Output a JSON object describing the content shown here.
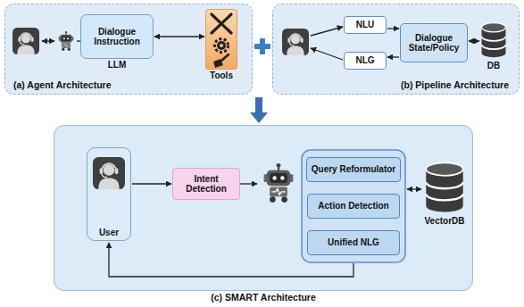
{
  "diagram": {
    "nodes": [
      {
        "text": [
          "(a) Agent Architecture"
        ]
      },
      {
        "text": [
          "Dialogue Instruction",
          "LLM"
        ],
        "in": 0
      },
      {
        "text": [
          "Tools"
        ],
        "in": 0
      },
      {
        "text": [
          "(b) Pipeline Architecture"
        ]
      },
      {
        "text": [
          "NLU"
        ],
        "in": 3
      },
      {
        "text": [
          "NLG"
        ],
        "in": 3
      },
      {
        "text": [
          "Dialogue State/Policy"
        ],
        "in": 3
      },
      {
        "text": [
          "DB"
        ],
        "in": 3
      },
      {
        "text": [
          "(c) SMART Architecture"
        ]
      },
      {
        "text": [
          "User"
        ],
        "in": 8
      },
      {
        "text": [
          "Intent Detection"
        ],
        "in": 8
      },
      {
        "text": [
          "Query Reformulator"
        ],
        "in": 8
      },
      {
        "text": [
          "Action Detection"
        ],
        "in": 8
      },
      {
        "text": [
          "Unified NLG"
        ],
        "in": 8
      },
      {
        "text": [
          "VectorDB"
        ],
        "in": 8
      }
    ],
    "edges": [
      {
        "from": 1,
        "to": 2,
        "arrow": "both"
      },
      {
        "from": 4,
        "to": 6,
        "arrow": "to"
      },
      {
        "from": 6,
        "to": 5,
        "arrow": "to"
      },
      {
        "from": 6,
        "to": 7,
        "arrow": "both"
      },
      {
        "from": 9,
        "to": 10,
        "arrow": "to"
      }
    ]
  }
}
